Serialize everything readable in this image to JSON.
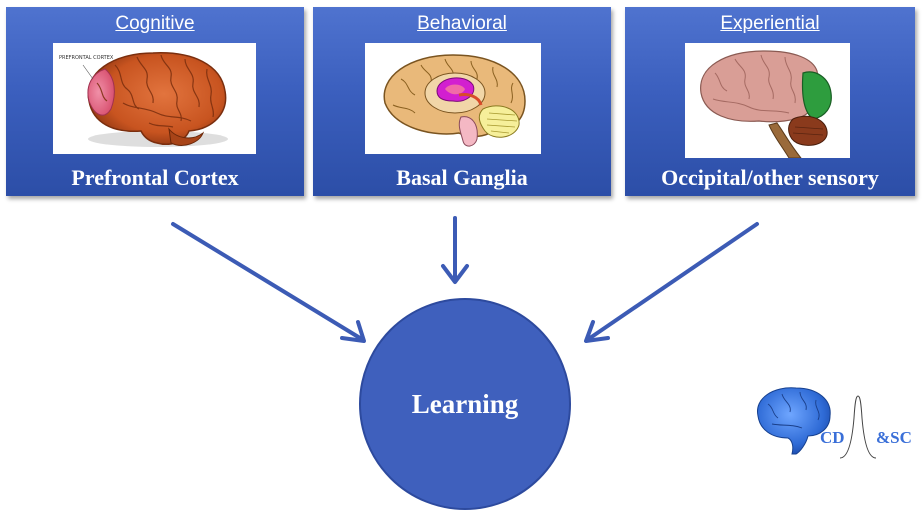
{
  "boxes": [
    {
      "header": "Cognitive",
      "label": "Prefrontal Cortex",
      "image_caption": "PREFRONTAL CORTEX"
    },
    {
      "header": "Behavioral",
      "label": "Basal Ganglia"
    },
    {
      "header": "Experiential",
      "label": "Occipital/other sensory"
    }
  ],
  "center": {
    "label": "Learning"
  },
  "logo": {
    "left_text": "CD",
    "right_text": "&SC"
  },
  "colors": {
    "box_blue": "#3b5fbe",
    "circle_blue": "#3f60bd",
    "arrow_blue": "#3c5bb5",
    "brain_pink_tan": "#d99e96",
    "prefrontal_highlight": "#e05a7a",
    "occipital_green": "#2e9d3e",
    "cerebellum_brown": "#8a3a1c",
    "basal_ganglia_magenta": "#d21fd0"
  },
  "icons": [
    "brain-prefrontal-icon",
    "brain-basal-ganglia-icon",
    "brain-occipital-icon",
    "cdsc-logo-brain-icon"
  ]
}
